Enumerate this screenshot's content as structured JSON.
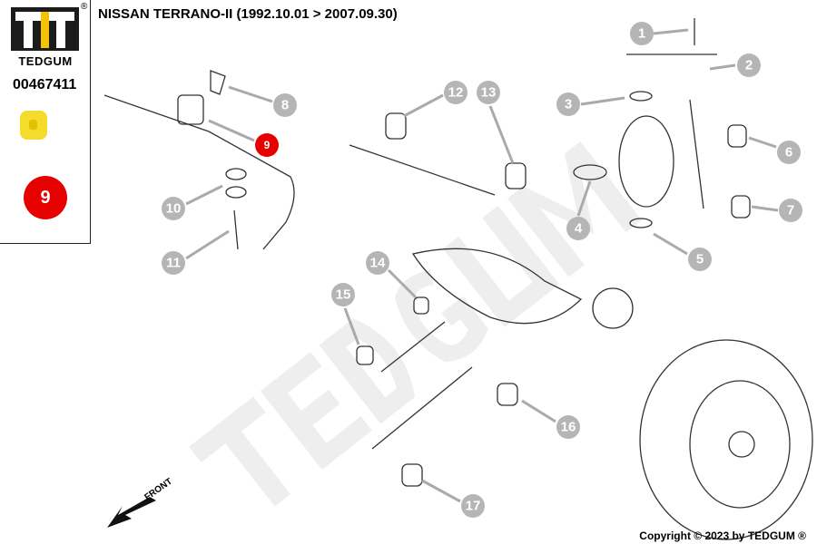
{
  "title": "NISSAN TERRANO-II (1992.10.01 > 2007.09.30)",
  "brand": "TEDGUM",
  "registered": "®",
  "part_number": "00467411",
  "highlighted_position": "9",
  "watermark": "TEDGUM",
  "front_label": "FRONT",
  "copyright": "Copyright © 2023 by TEDGUM ®",
  "callouts": [
    "1",
    "2",
    "3",
    "4",
    "5",
    "6",
    "7",
    "8",
    "9",
    "10",
    "11",
    "12",
    "13",
    "14",
    "15",
    "16",
    "17"
  ],
  "colors": {
    "highlight": "#e60000",
    "callout": "#b5b5b5",
    "bushing": "#f5dc2a"
  }
}
